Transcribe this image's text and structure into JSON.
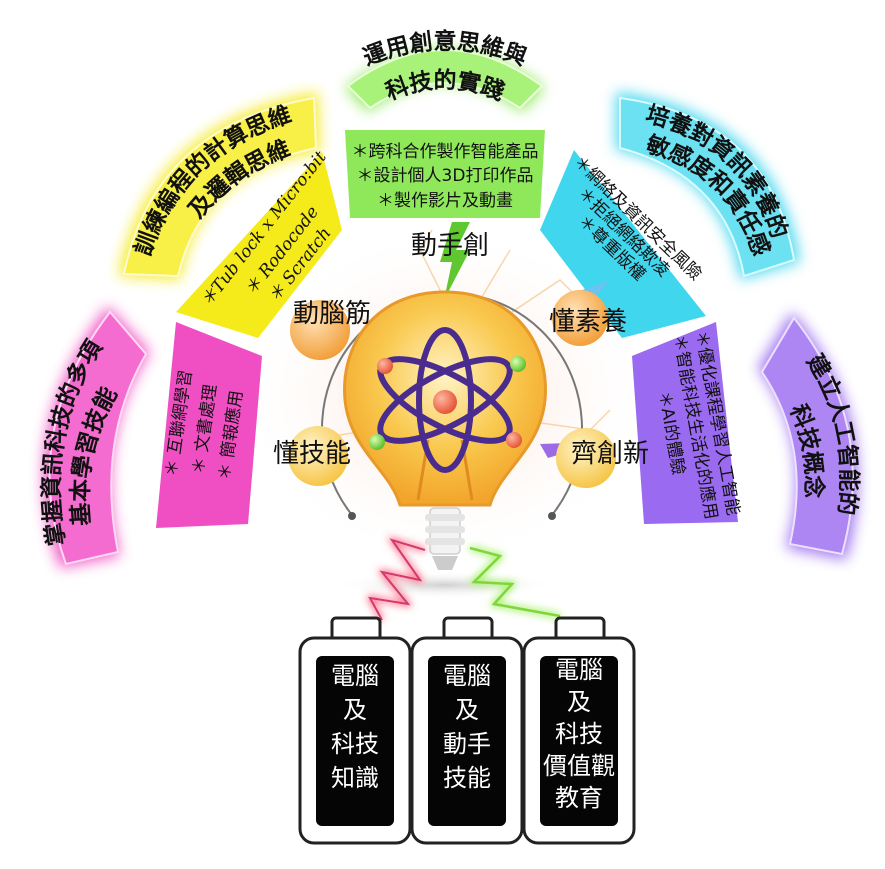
{
  "top_goal": {
    "line1": "運用創意思維與",
    "line2": "科技的實踐"
  },
  "goal_left_upper": {
    "line1": "訓練編程的計算思維",
    "line2": "及邏輯思維"
  },
  "goal_left_lower": {
    "line1": "掌握資訊科技的多項",
    "line2": "基本學習技能"
  },
  "goal_right_upper": {
    "line1": "培養對資訊素養的",
    "line2": "敏感度和責任感"
  },
  "goal_right_lower": {
    "line1": "建立人工智能的",
    "line2": "科技概念"
  },
  "bands": {
    "green": [
      "＊跨科合作製作智能產品",
      "＊設計個人3D打印作品",
      "＊製作影片及動畫"
    ],
    "yellow": [
      "＊Tub lock x Micro:bit",
      "＊ Rodocode",
      "＊ Scratch"
    ],
    "magenta": [
      "＊ 互聯網學習",
      "＊ 文書處理",
      "＊ 簡報應用"
    ],
    "cyan": [
      "＊網絡及資訊安全風險",
      "＊拒絕網絡欺凌",
      "＊尊重版權"
    ],
    "purple": [
      "＊優化課程學習人工智能",
      "＊智能科技生活化的應用",
      "＊AI的體驗"
    ]
  },
  "hubs": {
    "top": "動手創",
    "left_upper": "動腦筋",
    "left_lower": "懂技能",
    "right_upper": "懂素養",
    "right_lower": "齊創新"
  },
  "batteries": [
    {
      "lines": [
        "電腦",
        "及",
        "科技",
        "知識"
      ]
    },
    {
      "lines": [
        "電腦",
        "及",
        "動手",
        "技能"
      ]
    },
    {
      "lines": [
        "電腦",
        "及",
        "科技",
        "價值觀",
        "教育"
      ]
    }
  ],
  "colors": {
    "green": "#8fe85a",
    "yellow": "#f5ea1a",
    "magenta": "#f04fc3",
    "cyan": "#3fd6ee",
    "purple": "#9a6af0",
    "bulb": "#f7b93a",
    "orbit": "#4a2c8f"
  }
}
